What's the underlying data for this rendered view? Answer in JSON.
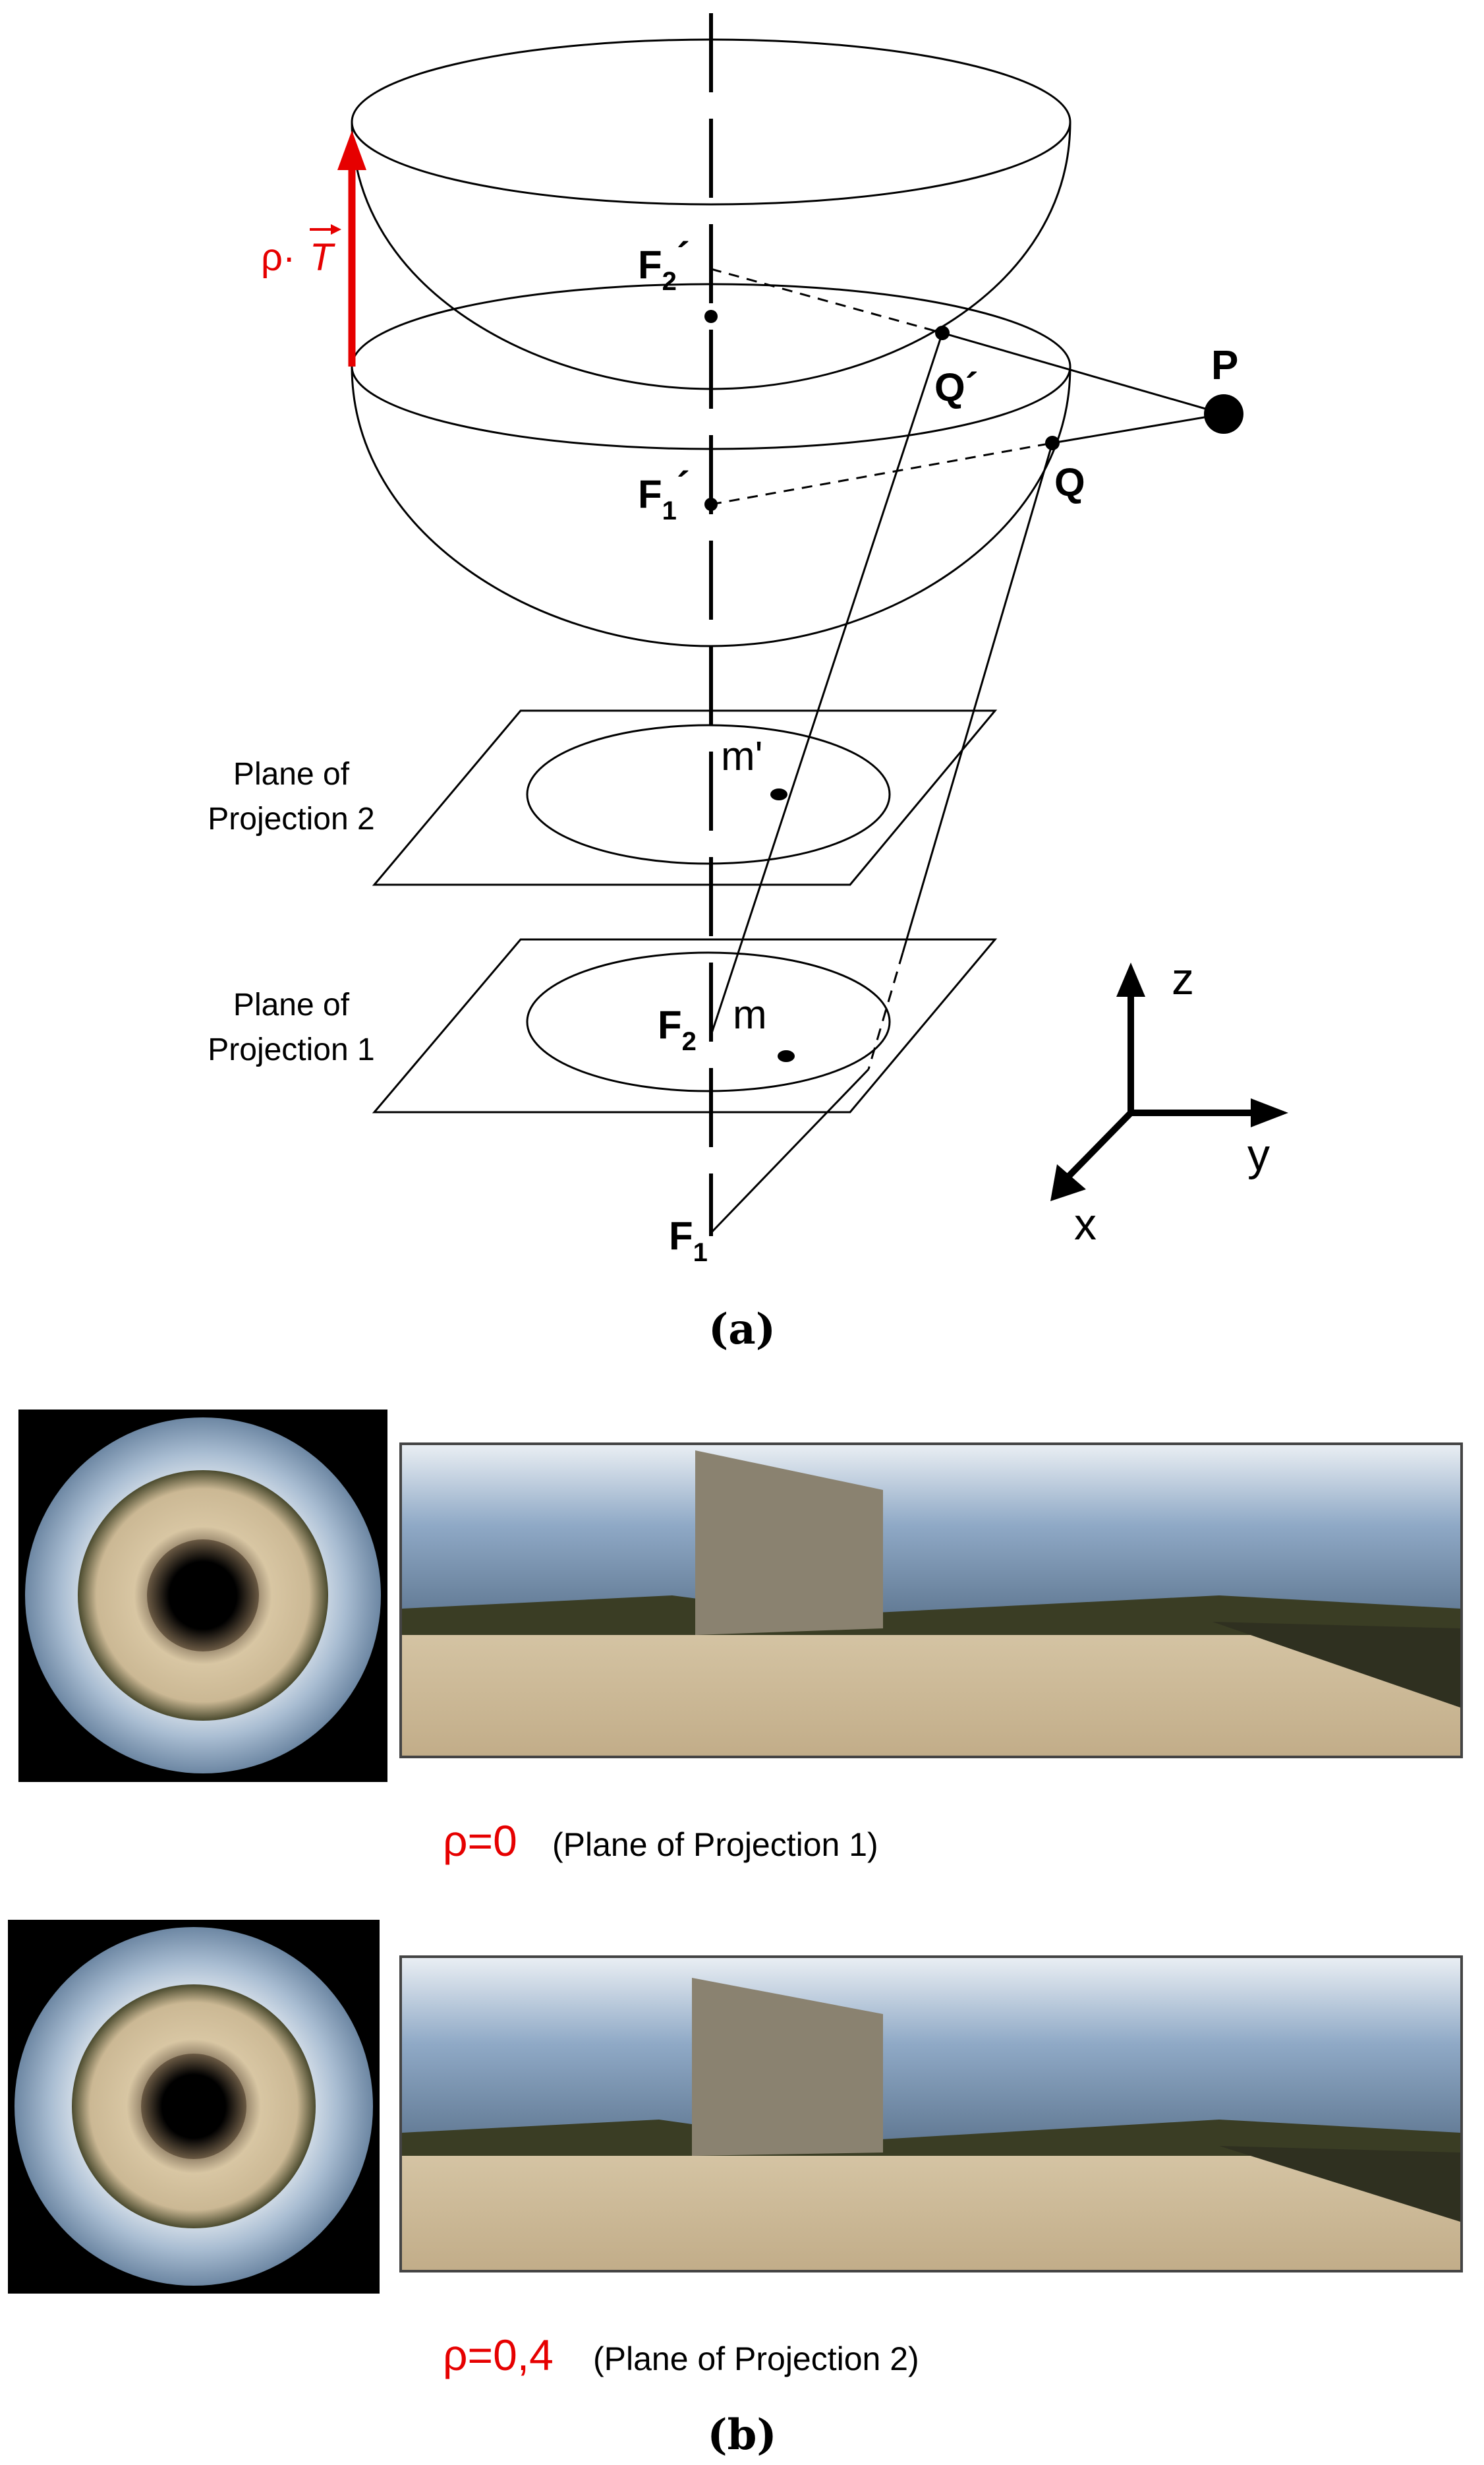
{
  "diagram": {
    "points": {
      "F2_prime": "F",
      "F2_prime_sub": "2",
      "F2_prime_mark": "´",
      "F1_prime": "F",
      "F1_prime_sub": "1",
      "F1_prime_mark": "´",
      "Q_prime": "Q´",
      "Q": "Q",
      "P": "P",
      "m_prime": "m'",
      "m": "m",
      "F2": "F",
      "F2_sub": "2",
      "F1": "F",
      "F1_sub": "1"
    },
    "translation_label": {
      "rho": "ρ·",
      "T": "T"
    },
    "plane2_label": [
      "Plane of",
      "Projection 2"
    ],
    "plane1_label": [
      "Plane of",
      "Projection 1"
    ],
    "axes": {
      "z": "z",
      "y": "y",
      "x": "x"
    },
    "caption_a": "(a)"
  },
  "panels": [
    {
      "rho": "ρ=0",
      "desc": "(Plane of Projection 1)"
    },
    {
      "rho": "ρ=0,4",
      "desc": "(Plane of Projection 2)"
    }
  ],
  "caption_b": "(b)",
  "colors": {
    "accent": "#e60000",
    "sky": "#8fa9c6",
    "ground": "#cdbb9a",
    "foliage": "#3a3d24"
  }
}
